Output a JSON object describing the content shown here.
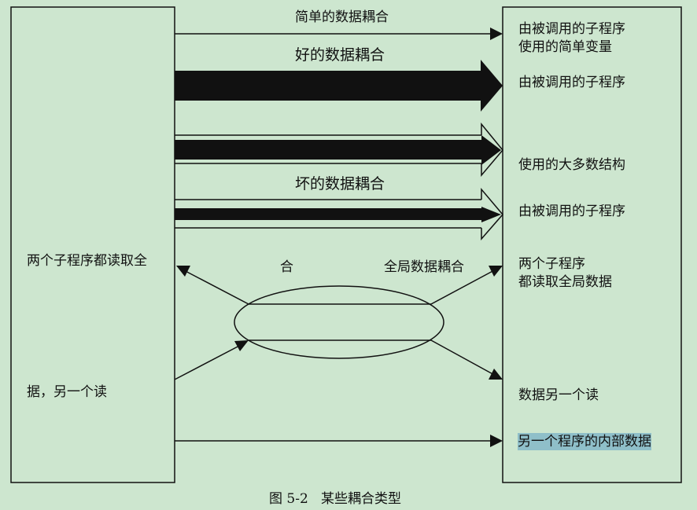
{
  "arrows": {
    "simple": "简单的数据耦合",
    "good": "好的数据耦合",
    "bad": "坏的数据耦合",
    "global_left": "合",
    "global_right": "全局数据耦合"
  },
  "left_box": {
    "line1": "两个子程序都读取全",
    "line2": "据，另一个读"
  },
  "right_box": {
    "r1a": "由被调用的子程序",
    "r1b": "使用的简单变量",
    "r2": "由被调用的子程序",
    "r3": "使用的大多数结构",
    "r4": "由被调用的子程序",
    "r5a": "两个子程序",
    "r5b": "都读取全局数据",
    "r6": "数据另一个读",
    "r7": "另一个程序的内部数据"
  },
  "caption": "图 5-2   某些耦合类型"
}
